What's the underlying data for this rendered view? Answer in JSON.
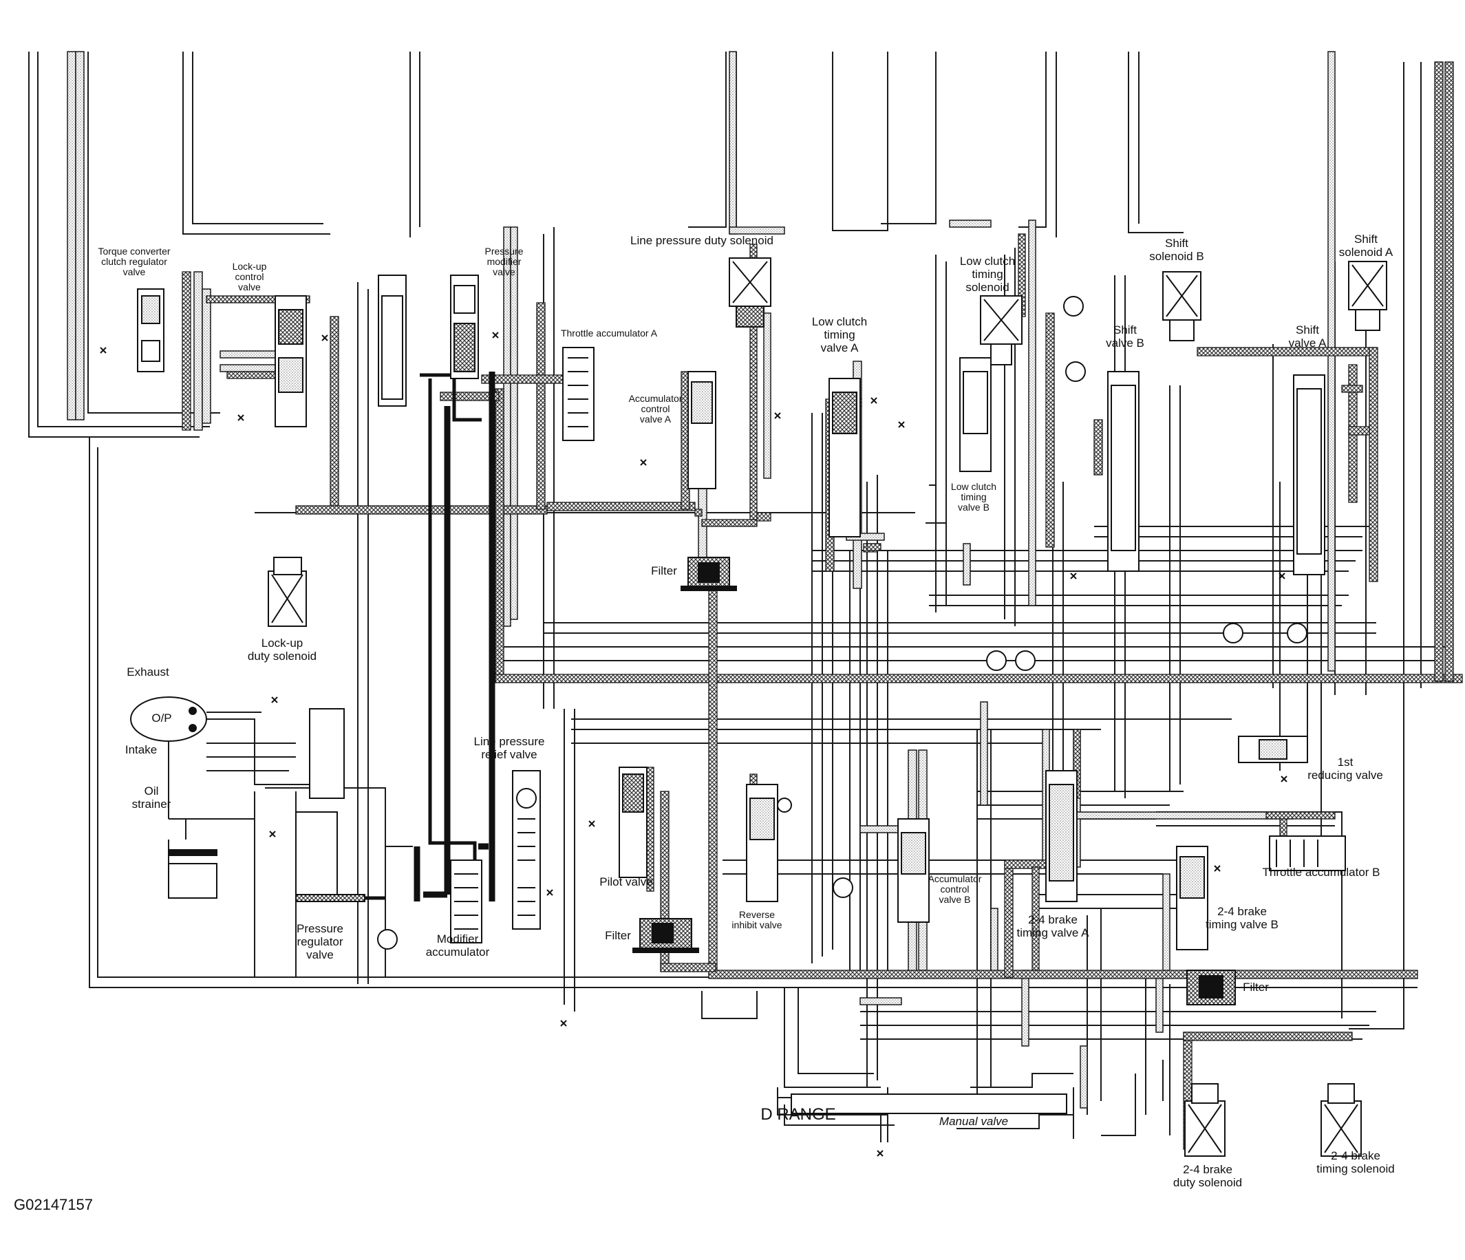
{
  "labels": {
    "torque_converter": "Torque converter\nclutch regulator\nvalve",
    "lockup_control": "Lock-up\ncontrol\nvalve",
    "pressure_modifier": "Pressure\nmodifier\nvalve",
    "line_pressure_duty": "Line pressure duty solenoid",
    "throttle_accumulator_a": "Throttle accumulator A",
    "accumulator_control_a": "Accumulator\ncontrol\nvalve A",
    "low_clutch_timing_solenoid": "Low clutch\ntiming\nsolenoid",
    "low_clutch_timing_valve_a": "Low clutch\ntiming\nvalve A",
    "low_clutch_timing_valve_b": "Low clutch\ntiming\nvalve B",
    "shift_solenoid_b": "Shift\nsolenoid B",
    "shift_solenoid_a": "Shift\nsolenoid A",
    "shift_valve_b": "Shift\nvalve B",
    "shift_valve_a": "Shift\nvalve A",
    "filter": "Filter",
    "lockup_duty": "Lock-up\nduty solenoid",
    "exhaust": "Exhaust",
    "op": "O/P",
    "intake": "Intake",
    "oil_strainer": "Oil\nstrainer",
    "line_pressure_relief": "Line pressure\nrelief valve",
    "pilot_valve": "Pilot valve",
    "pressure_regulator": "Pressure\nregulator\nvalve",
    "modifier_accumulator": "Modifier\naccumulator",
    "reverse_inhibit": "Reverse\ninhibit valve",
    "accumulator_control_b": "Accumulator\ncontrol\nvalve B",
    "brake_timing_a": "2-4 brake\ntiming valve A",
    "brake_timing_b": "2-4 brake\ntiming valve B",
    "first_reducing": "1st\nreducing valve",
    "throttle_accumulator_b": "Throttle accumulator B",
    "d_range": "D RANGE",
    "manual_valve": "Manual valve",
    "brake_duty_solenoid": "2-4 brake\nduty solenoid",
    "brake_timing_solenoid": "2-4 brake\ntiming solenoid",
    "figure_id": "G02147157"
  },
  "colors": {
    "line": "#1a1a1a",
    "hatch": "#555555",
    "dots": "#8a8a8a",
    "background": "#ffffff"
  }
}
